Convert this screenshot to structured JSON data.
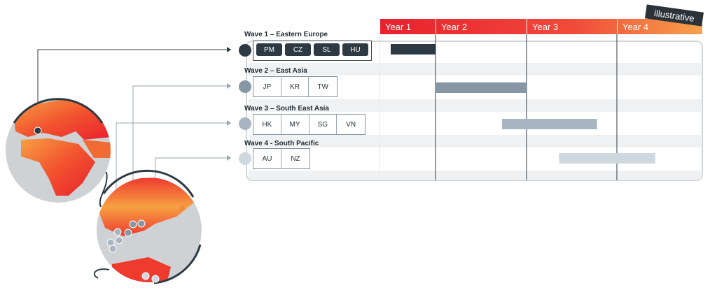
{
  "years": [
    "Year 1",
    "Year 2",
    "Year 3",
    "Year 4"
  ],
  "badge": "illustrative",
  "waves": [
    {
      "title": "Wave 1 – Eastern Europe",
      "countries": [
        "PM",
        "CZ",
        "SL",
        "HU"
      ],
      "start": 0.2,
      "end": 1.0,
      "color": "#2d3a44"
    },
    {
      "title": "Wave 2 – East Asia",
      "countries": [
        "JP",
        "KR",
        "TW"
      ],
      "start": 1.0,
      "end": 2.0,
      "color": "#8797a6"
    },
    {
      "title": "Wave 3 – South East Asia",
      "countries": [
        "HK",
        "MY",
        "SG",
        "VN"
      ],
      "start": 1.73,
      "end": 2.78,
      "color": "#a9b6c2"
    },
    {
      "title": "Wave 4 - South Pacific",
      "countries": [
        "AU",
        "NZ"
      ],
      "start": 2.36,
      "end": 3.45,
      "color": "#cfd7df"
    }
  ],
  "colors": {
    "header_start": "#e8202e",
    "header_end": "#f7a24a",
    "dark": "#2d3a44",
    "globe_land": "#f2532f",
    "globe_sea": "#cfd2d4"
  }
}
